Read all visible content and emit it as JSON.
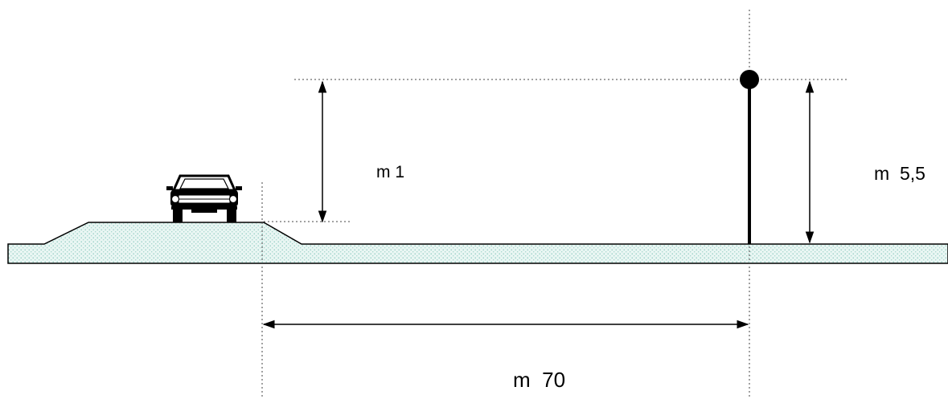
{
  "labels": {
    "height_diff": "m 1",
    "pole_height": "m  5,5",
    "distance": "m  70"
  },
  "colors": {
    "ground_fill": "#e9f6f3",
    "ground_dots": "#7fc4b8",
    "line": "#000000",
    "dotted_guide": "#444444"
  },
  "icons": {
    "car": "car-front-icon",
    "lamp": "ball-top-pole-icon"
  }
}
